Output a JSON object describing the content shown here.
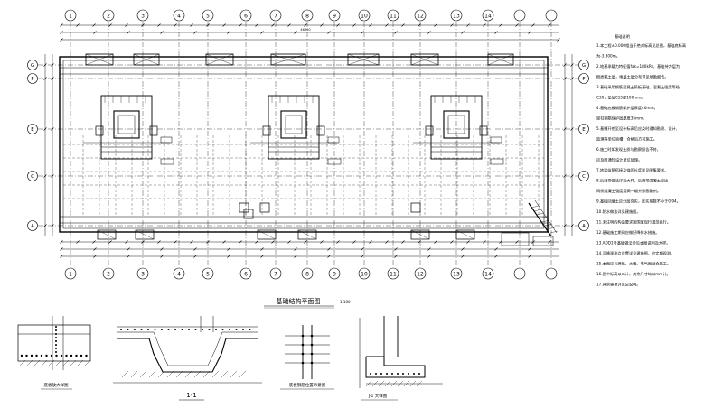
{
  "drawing": {
    "plan_title": "基础结构平面图",
    "plan_scale": "1:100",
    "axes_top": [
      "1",
      "2",
      "3",
      "4",
      "5",
      "6",
      "7",
      "8",
      "9",
      "10",
      "11",
      "12",
      "13",
      "14"
    ],
    "axes_bottom": [
      "1",
      "2",
      "3",
      "4",
      "5",
      "6",
      "7",
      "8",
      "9",
      "10",
      "11",
      "12",
      "13",
      "14"
    ],
    "axes_left": [
      "G",
      "F",
      "E",
      "C",
      "A"
    ],
    "axes_right": [
      "G",
      "F",
      "E",
      "C",
      "A"
    ],
    "overall_dim": "46800",
    "section_1_1": "1-1",
    "detail_labels": {
      "d1": "底板放大样图",
      "d2": "1-1",
      "d3": "底板钢筋位置示意图",
      "d4": "J-1 大样图"
    }
  },
  "notes": {
    "heading": "基础说明",
    "lines": [
      "1.本工程±0.000相当于绝对标高见总图，基础底标高",
      "  为-3.300m。",
      "2.地基承载力特征值fak=180kPa，基础持力层为",
      "  粉质粘土层，地基土层分布详见地勘报告。",
      "3.基础采用钢筋混凝土筏板基础，混凝土强度等级",
      "  C30，垫层C15厚100mm。",
      "4.基础底板钢筋保护层厚度40mm，",
      "  梁柱钢筋保护层厚度35mm。",
      "5.基槽开挖至设计标高后应及时通知勘察、设计、",
      "  监理等单位验槽，合格后方可施工。",
      "6.施工时如发现土质与勘察报告不符，",
      "  应及时通知设计单位处理。",
      "7.地梁纵筋搭接及锚固长度详见图集要求。",
      "8.后浇带做法详见大样，后浇带混凝土应比",
      "  两侧混凝土强度提高一级并掺膨胀剂。",
      "9.基础回填土应分层夯实，压实系数不小于0.94。",
      "10.防水做法详见建施图。",
      "11.未注明的构造要求按国家现行规范执行。",
      "12.基础施工期间应做好降排水措施。",
      "13.ADD1号基础做法参见本图说明及大样。",
      "14.沉降观测点设置详见建施图，应定期观测。",
      "15.本图应与建筑、水暖、电气图配合施工。",
      "16.图中标高以m计，其余尺寸均以mm计。",
      "17.其余事项详见总说明。"
    ]
  }
}
